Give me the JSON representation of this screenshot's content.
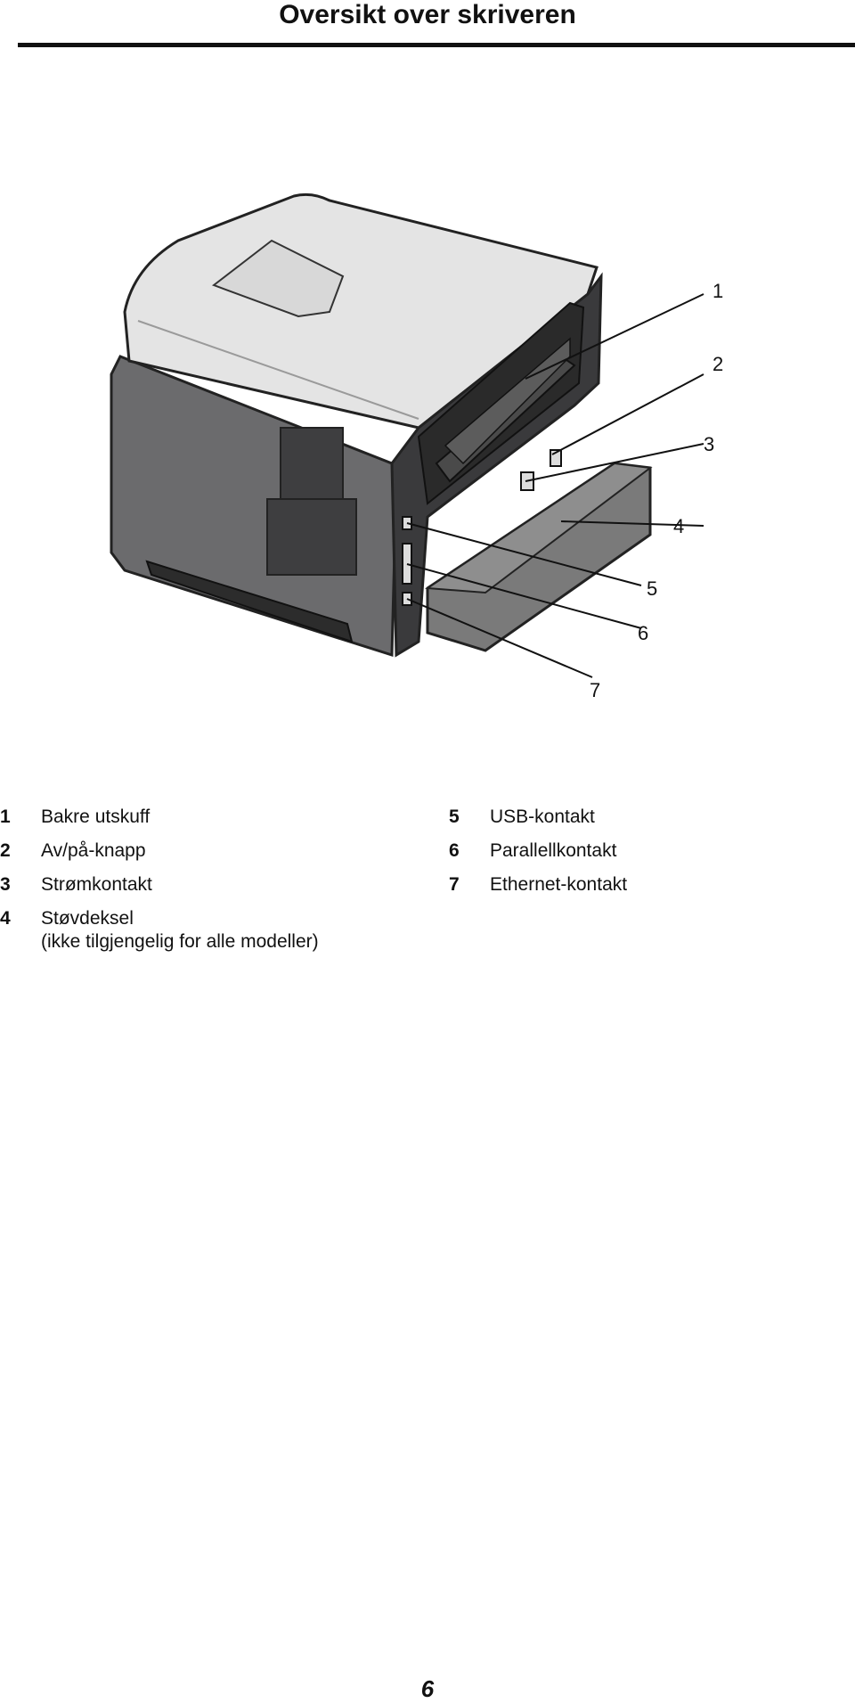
{
  "page": {
    "title": "Oversikt over skriveren",
    "page_number": "6"
  },
  "figure": {
    "callouts": [
      "1",
      "2",
      "3",
      "4",
      "5",
      "6",
      "7"
    ]
  },
  "legend": {
    "left": [
      {
        "num": "1",
        "text": "Bakre utskuff"
      },
      {
        "num": "2",
        "text": "Av/på-knapp"
      },
      {
        "num": "3",
        "text": "Strømkontakt"
      },
      {
        "num": "4",
        "text": "Støvdeksel",
        "text2": "(ikke tilgjengelig for alle modeller)"
      }
    ],
    "right": [
      {
        "num": "5",
        "text": "USB-kontakt"
      },
      {
        "num": "6",
        "text": "Parallellkontakt"
      },
      {
        "num": "7",
        "text": "Ethernet-kontakt"
      }
    ]
  }
}
